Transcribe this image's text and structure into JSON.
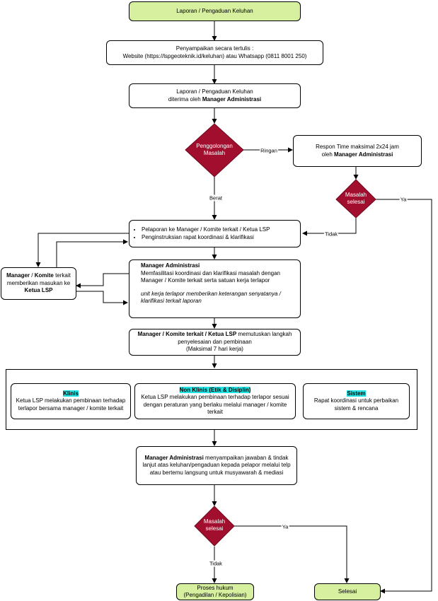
{
  "nodes": {
    "start": "Laporan / Pengaduan Keluhan",
    "submit_line1": "Penyampaikan secara tertulis :",
    "submit_line2": "Website (https://lspgeoteknik.id/keluhan) atau Whatsapp (0811 8001 250)",
    "received_line1": "Laporan / Pengaduan Keluhan",
    "received_line2_pre": "diterima oleh ",
    "received_line2_bold": "Manager Administrasi",
    "classify": "Penggolongan Masalah",
    "response_line1": "Respon Time maksimal 2x24 jam",
    "response_line2_pre": "oleh ",
    "response_line2_bold": "Manager Administrasi",
    "resolved1": "Masalah selesai",
    "report_bullets": [
      "Pelaporan ke Manager / Komite terkait / Ketua LSP",
      "Penginstruksian rapat koordinasi & klarifikasi"
    ],
    "mgr_committee_b1": "Manager",
    "mgr_committee_s1": " / ",
    "mgr_committee_b2": "Komite",
    "mgr_committee_t": " terkait memberikan masukan ke ",
    "mgr_committee_b3": "Ketua LSP",
    "admin_title": "Manager Administrasi",
    "admin_text": "Memfasilitasi koordinasi dan klarifikasi masalah dengan Manager / Komite terkait serta satuan kerja terlapor",
    "admin_italic": "unit kerja terlapor memberikan keterangan senyatanya / klarifikasi terkait laporan",
    "decide_bold": "Manager / Komite terkait / Ketua LSP",
    "decide_text": " memutuskan langkah penyelesaian dan pembinaan",
    "decide_note": "(Maksimal 7 hari kerja)",
    "clinical_title": "Klinis",
    "clinical_text": "Ketua LSP melakukan pembinaan terhadap terlapor bersama manager / komite terkait",
    "nonclinical_title": "Non Klinis (Etik & Disiplin)",
    "nonclinical_text": "Ketua LSP melakukan pembinaan terhadap terlapor sesuai dengan peraturan yang berlaku melalui manager / komite terkait",
    "system_title": "Sistem",
    "system_text": "Rapat koordinasi untuk perbaikan sistem & rencana",
    "reply_bold": "Manager Administrasi",
    "reply_text": " menyampaikan jawaban & tindak lanjut atas keluhan/pengaduan kepada pelapor melalui telp atau bertemu langsung untuk musyawarah & mediasi",
    "resolved2": "Masalah selesai",
    "legal_line1": "Proses hukum",
    "legal_line2": "(Pengadilan / Kepolisian)",
    "done": "Selesai"
  },
  "edge_labels": {
    "ringan": "Ringan",
    "berat": "Berat",
    "ya1": "Ya",
    "tidak1": "Tidak",
    "ya2": "Ya",
    "tidak2": "Tidak"
  },
  "colors": {
    "diamond": "#a20f2e",
    "terminal": "#d6f0a0",
    "highlight": "#22e3e3"
  }
}
